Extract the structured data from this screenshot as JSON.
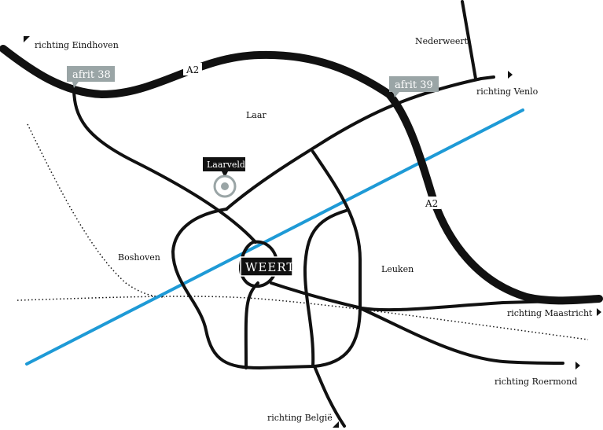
{
  "map": {
    "colors": {
      "road": "#111111",
      "railway": "#1e9ad6",
      "exit_sign": "#9aa5a6",
      "city_box": "#111111",
      "poi_ring": "#9aa5a6"
    },
    "highway": {
      "label_1": "A2",
      "label_2": "A2"
    },
    "exits": {
      "exit_38": "afrit 38",
      "exit_39": "afrit 39"
    },
    "directions": {
      "eindhoven": "richting Eindhoven",
      "venlo": "richting Venlo",
      "maastricht": "richting Maastricht",
      "roermond": "richting Roermond",
      "belgie": "richting België"
    },
    "places": {
      "nederweert": "Nederweert",
      "laar": "Laar",
      "boshoven": "Boshoven",
      "leuken": "Leuken"
    },
    "city": "WEERT",
    "poi": {
      "label": "Laarveld",
      "icon": "target-icon"
    }
  }
}
